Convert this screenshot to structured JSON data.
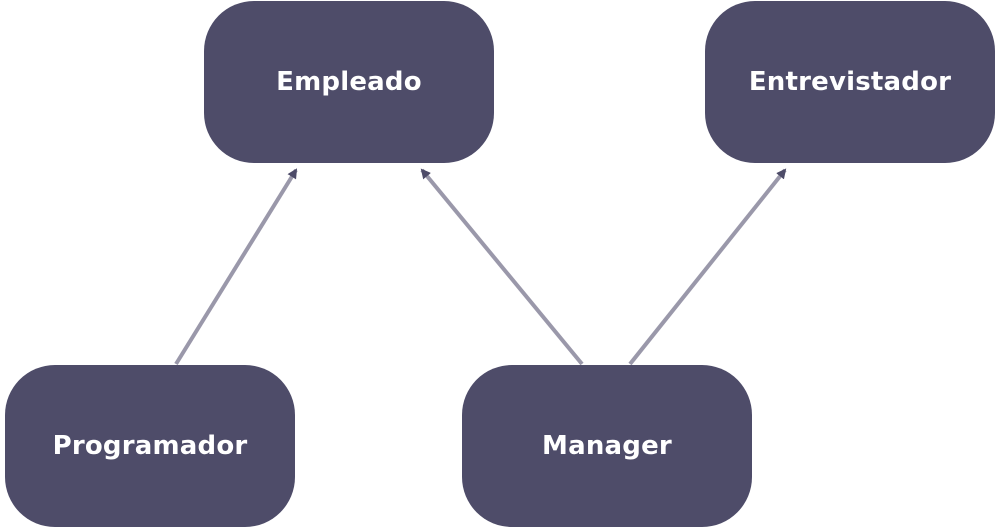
{
  "nodes": {
    "empleado": "Empleado",
    "entrevistador": "Entrevistador",
    "programador": "Programador",
    "manager": "Manager"
  },
  "edges": [
    {
      "from": "Programador",
      "to": "Empleado"
    },
    {
      "from": "Manager",
      "to": "Empleado"
    },
    {
      "from": "Manager",
      "to": "Entrevistador"
    }
  ],
  "colors": {
    "node_fill": "#4e4c69",
    "node_text": "#ffffff",
    "edge_line": "#9a98aa",
    "arrow_head": "#4e4c69"
  }
}
